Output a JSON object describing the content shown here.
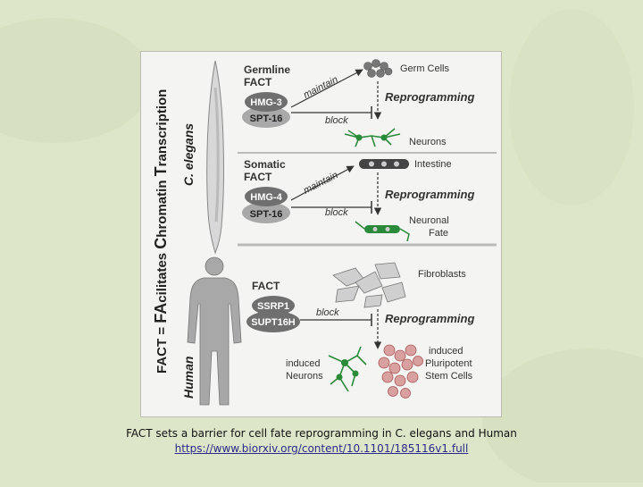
{
  "left_axis": {
    "title_parts": [
      "FACT = ",
      "FA",
      "cilitates ",
      "C",
      "hromatin ",
      "T",
      "ranscription"
    ],
    "organism_c_elegans": "C. elegans",
    "organism_human": "Human"
  },
  "panel_germline": {
    "title_line1": "Germline",
    "title_line2": "FACT",
    "protein_top": "HMG-3",
    "protein_bottom": "SPT-16",
    "arrow_maintain": "maintain",
    "arrow_block": "block",
    "cell_top": "Germ Cells",
    "process": "Reprogramming",
    "cell_bottom": "Neurons"
  },
  "panel_somatic": {
    "title_line1": "Somatic",
    "title_line2": "FACT",
    "protein_top": "HMG-4",
    "protein_bottom": "SPT-16",
    "arrow_maintain": "maintain",
    "arrow_block": "block",
    "cell_top": "Intestine",
    "process": "Reprogramming",
    "cell_bottom_line1": "Neuronal",
    "cell_bottom_line2": "Fate"
  },
  "panel_human": {
    "title": "FACT",
    "protein_top": "SSRP1",
    "protein_bottom": "SUPT16H",
    "arrow_block": "block",
    "cell_top": "Fibroblasts",
    "process": "Reprogramming",
    "induced_neurons_line1": "induced",
    "induced_neurons_line2": "Neurons",
    "ipsc_line1": "induced",
    "ipsc_line2": "Pluripotent",
    "ipsc_line3": "Stem Cells"
  },
  "caption": {
    "text": "FACT sets a barrier for cell fate reprogramming in C. elegans and Human",
    "link": "https://www.biorxiv.org/content/10.1101/185116v1.full"
  },
  "colors": {
    "slide_background": "#dde6c8",
    "protein_top": "#6f6f6f",
    "protein_bottom": "#a9a9a9",
    "neuron_green": "#2a8a3a",
    "stem_cell_red": "#c98080"
  }
}
